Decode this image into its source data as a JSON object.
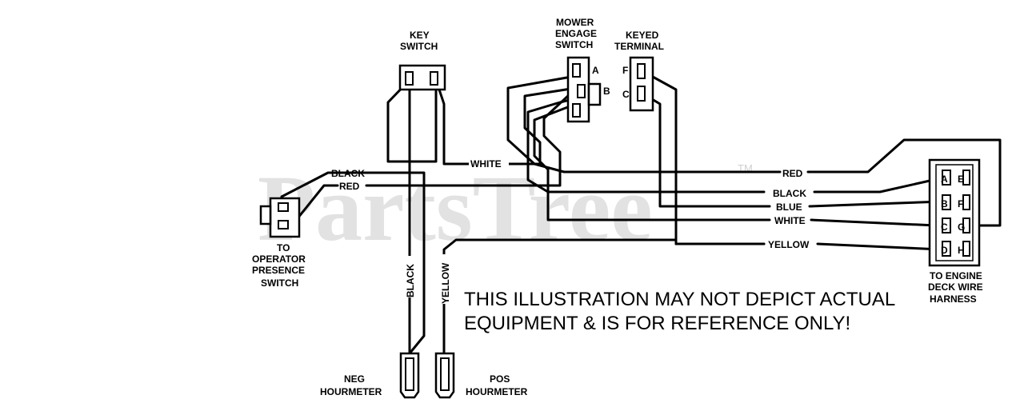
{
  "watermark": {
    "text": "PartsTree",
    "tm": "TM"
  },
  "components": {
    "key_switch": {
      "line1": "KEY",
      "line2": "SWITCH"
    },
    "mower_engage_switch": {
      "line1": "MOWER",
      "line2": "ENGAGE",
      "line3": "SWITCH",
      "pin_a": "A",
      "pin_b": "B"
    },
    "keyed_terminal": {
      "line1": "KEYED",
      "line2": "TERMINAL",
      "pin_f": "F",
      "pin_c": "C"
    },
    "operator_presence": {
      "line1": "TO",
      "line2": "OPERATOR",
      "line3": "PRESENCE",
      "line4": "SWITCH"
    },
    "deck_harness": {
      "line1": "TO ENGINE",
      "line2": "DECK WIRE",
      "line3": "HARNESS",
      "pins": [
        "A",
        "E",
        "B",
        "F",
        "C",
        "G",
        "D",
        "H"
      ]
    },
    "neg_hourmeter": {
      "line1": "NEG",
      "line2": "HOURMETER"
    },
    "pos_hourmeter": {
      "line1": "POS",
      "line2": "HOURMETER"
    }
  },
  "wires": {
    "white_top": "WHITE",
    "black_left": "BLACK",
    "red_left": "RED",
    "red_right": "RED",
    "black_right": "BLACK",
    "blue_right": "BLUE",
    "white_right": "WHITE",
    "yellow_right": "YELLOW",
    "black_vertical": "BLACK",
    "yellow_vertical": "YELLOW"
  },
  "disclaimer": {
    "line1": "THIS ILLUSTRATION MAY NOT DEPICT ACTUAL",
    "line2": "EQUIPMENT & IS FOR REFERENCE ONLY!"
  }
}
